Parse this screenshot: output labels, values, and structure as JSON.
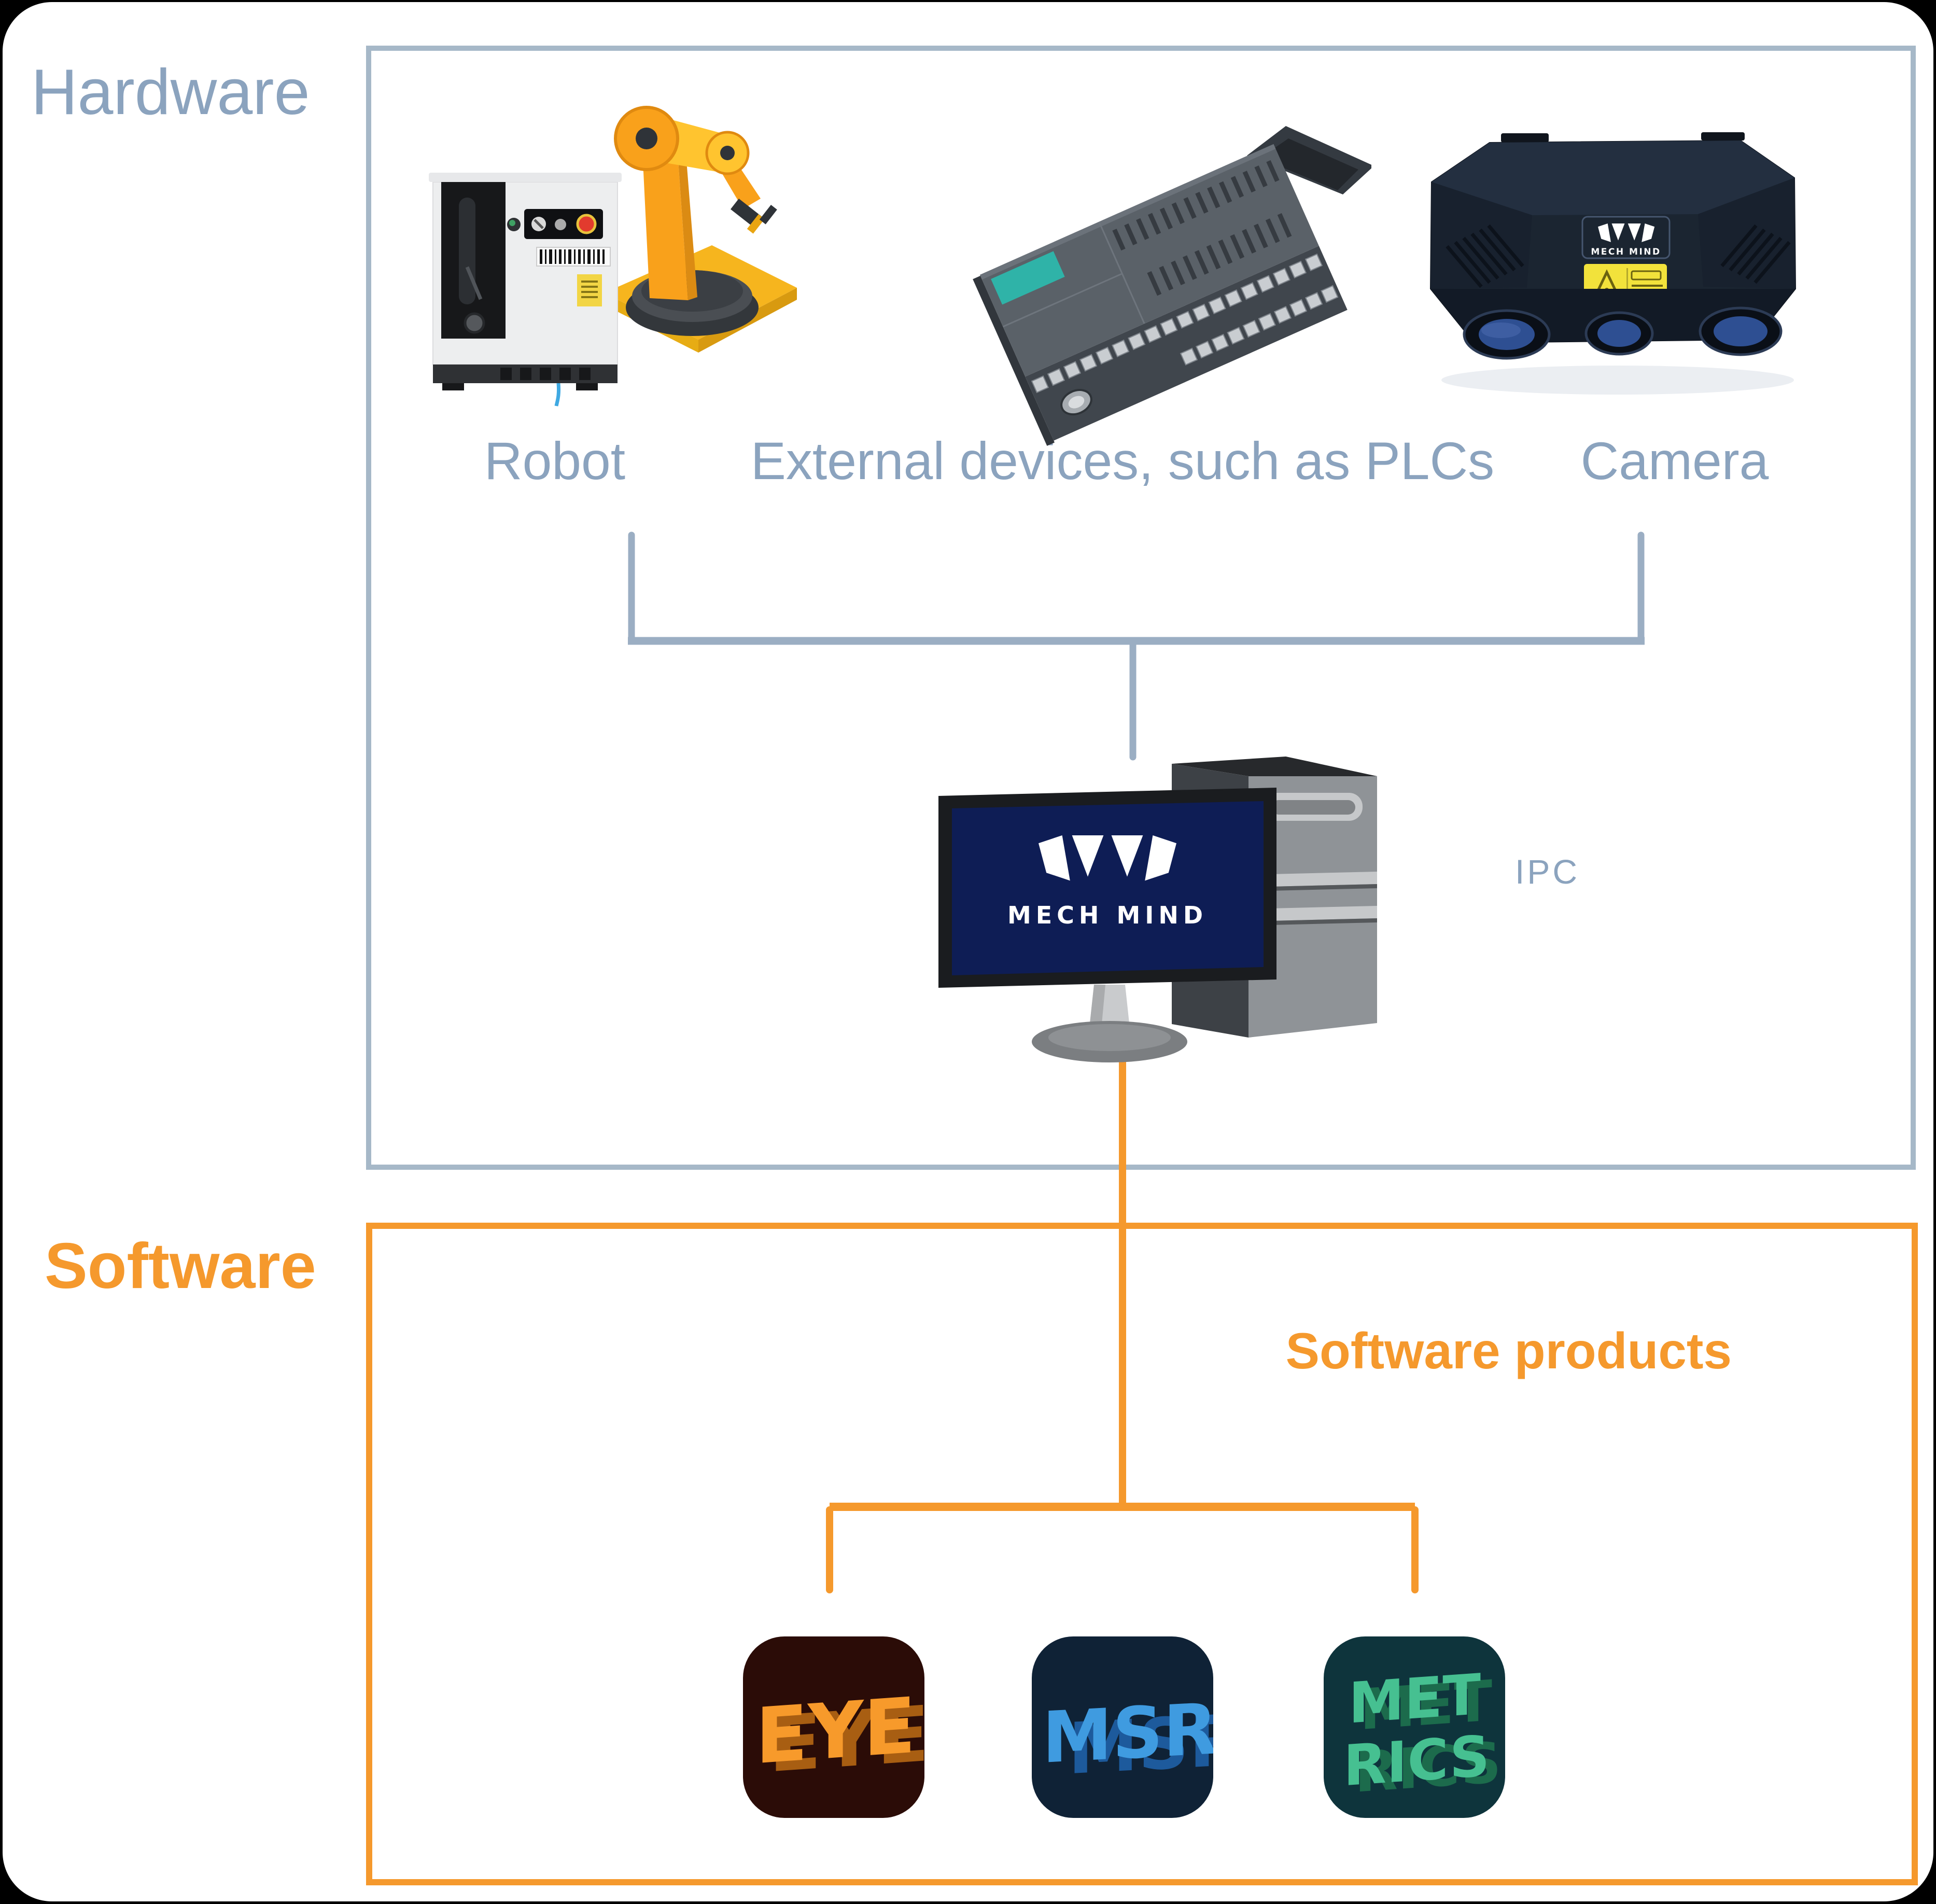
{
  "diagram": {
    "hardware": {
      "title": "Hardware",
      "devices": [
        {
          "id": "robot",
          "label": "Robot"
        },
        {
          "id": "plc",
          "label": "External devices, such as PLCs"
        },
        {
          "id": "camera",
          "label": "Camera"
        }
      ],
      "ipc_label": "IPC"
    },
    "software": {
      "title": "Software",
      "products_label": "Software products",
      "apps": [
        {
          "id": "mech-eye-icon",
          "line1": "EYE",
          "line2": "",
          "bg": "#2B0C07",
          "fg": "#F79A2B"
        },
        {
          "id": "mech-msr-icon",
          "line1": "MSR",
          "line2": "",
          "bg": "#0F2236",
          "fg": "#3F9BE0"
        },
        {
          "id": "mech-metrics-icon",
          "line1": "MET",
          "line2": "RICS",
          "bg": "#0E343C",
          "fg": "#46C091"
        }
      ]
    },
    "branding": {
      "logo_text": "MECH MIND"
    },
    "colors": {
      "hardware_text": "#8BA3BE",
      "hardware_line": "#9BAEC3",
      "hardware_border": "#A6B8C8",
      "software_accent": "#F5992D",
      "screen_navy": "#0E1D55",
      "robot_yellow": "#F9A11B",
      "plc_gray": "#5A6168",
      "plc_teal": "#2FB3A8",
      "camera_body": "#1B2531",
      "background": "#000000",
      "card": "#FFFFFF"
    }
  }
}
